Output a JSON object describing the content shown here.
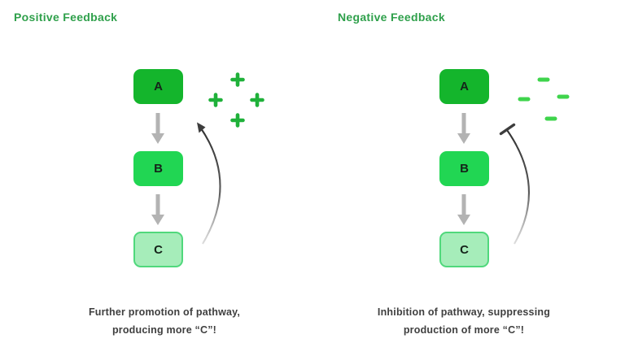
{
  "panels": [
    {
      "title": "Positive Feedback",
      "nodes": [
        {
          "label": "A"
        },
        {
          "label": "B"
        },
        {
          "label": "C"
        }
      ],
      "feedback_sign": "plus",
      "caption": {
        "line1": "Further promotion of pathway,",
        "line2": "producing more “C”!"
      }
    },
    {
      "title": "Negative Feedback",
      "nodes": [
        {
          "label": "A"
        },
        {
          "label": "B"
        },
        {
          "label": "C"
        }
      ],
      "feedback_sign": "minus",
      "caption": {
        "line1": "Inhibition of pathway, suppressing",
        "line2": "production of more “C”!"
      }
    }
  ],
  "colors": {
    "title_green": "#2fa04b",
    "node_a_fill": "#14b52c",
    "node_b_fill": "#21d653",
    "node_c_fill": "#a6edba",
    "node_c_border": "#50d87c",
    "plus_green": "#1fb13a",
    "minus_green": "#3fd44c",
    "pathway_arrow_gray": "#b3b3b3",
    "feedback_arrow_dark": "#3d3d3d",
    "caption_text": "#3f3f3f"
  }
}
